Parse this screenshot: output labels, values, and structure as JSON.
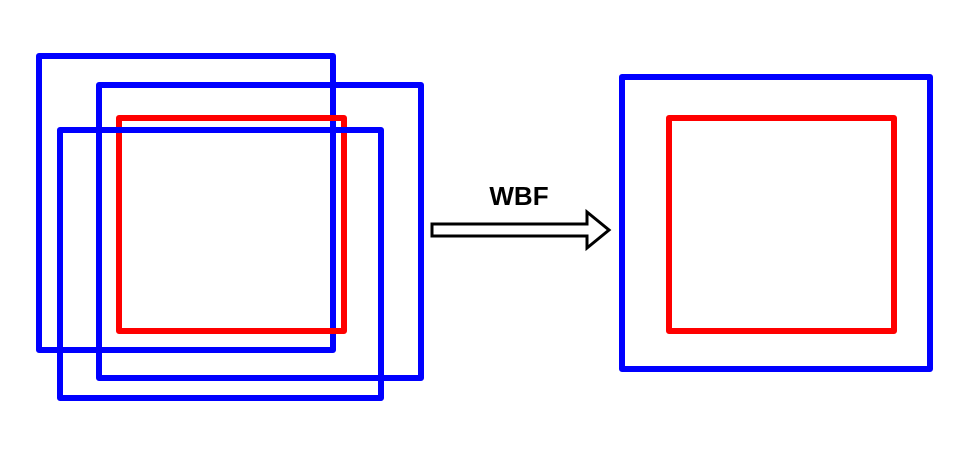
{
  "arrow": {
    "label": "WBF"
  },
  "colors": {
    "predicted_box": "#0000ff",
    "reference_box": "#ff0000",
    "arrow_outline": "#000000",
    "background": "#ffffff"
  },
  "panels": {
    "before": {
      "predicted_box_count": 3,
      "reference_box_count": 1
    },
    "after": {
      "fused_box_count": 1,
      "reference_box_count": 1
    }
  }
}
